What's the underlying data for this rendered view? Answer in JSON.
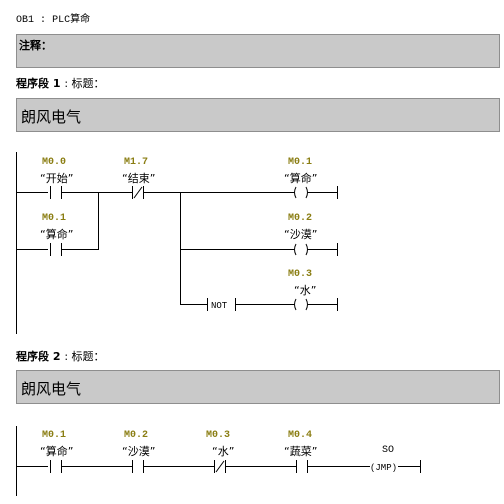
{
  "header": {
    "block": "OB1",
    "sep": ":",
    "title": "PLC算命"
  },
  "comment_label": "注释：",
  "segments": [
    {
      "prefix": "程序段",
      "number": "1",
      "label": ": 标题：",
      "comment": "朗风电气",
      "contacts": [
        {
          "addr": "M0.0",
          "sym": "“开始”"
        },
        {
          "addr": "M1.7",
          "sym": "“结束”"
        },
        {
          "addr": "M0.1",
          "sym": "“算命”"
        }
      ],
      "coils": [
        {
          "addr": "M0.1",
          "sym": "“算命”",
          "label": "( )"
        },
        {
          "addr": "M0.2",
          "sym": "“沙漠”",
          "label": "( )"
        },
        {
          "addr": "M0.3",
          "sym": "“水”",
          "label": "( )"
        }
      ],
      "not_label": "NOT"
    },
    {
      "prefix": "程序段",
      "number": "2",
      "label": ": 标题：",
      "comment": "朗风电气",
      "contacts": [
        {
          "addr": "M0.1",
          "sym": "“算命”"
        },
        {
          "addr": "M0.2",
          "sym": "“沙漠”"
        },
        {
          "addr": "M0.3",
          "sym": "“水”"
        },
        {
          "addr": "M0.4",
          "sym": "“蔬菜”"
        }
      ],
      "jump": {
        "label": "SO",
        "coil": "(JMP)"
      }
    }
  ]
}
